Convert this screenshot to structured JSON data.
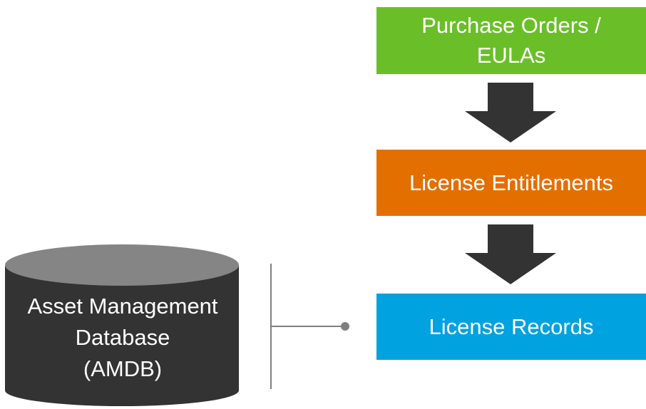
{
  "colors": {
    "purchase_orders": "#6abf29",
    "entitlements": "#e36f00",
    "records": "#00a2df",
    "arrow": "#333333",
    "db_body": "#333333",
    "db_top": "#858585",
    "connector": "#7f7f7f"
  },
  "nodes": {
    "purchase_orders": {
      "line1": "Purchase Orders /",
      "line2": "EULAs"
    },
    "entitlements": {
      "label": "License Entitlements"
    },
    "records": {
      "label": "License Records"
    },
    "database": {
      "line1": "Asset Management",
      "line2": "Database",
      "line3": "(AMDB)"
    }
  },
  "edges": [
    {
      "from": "purchase_orders",
      "to": "entitlements",
      "type": "block-arrow"
    },
    {
      "from": "entitlements",
      "to": "records",
      "type": "block-arrow"
    },
    {
      "from": "database",
      "to": "records",
      "type": "connector-line"
    }
  ]
}
